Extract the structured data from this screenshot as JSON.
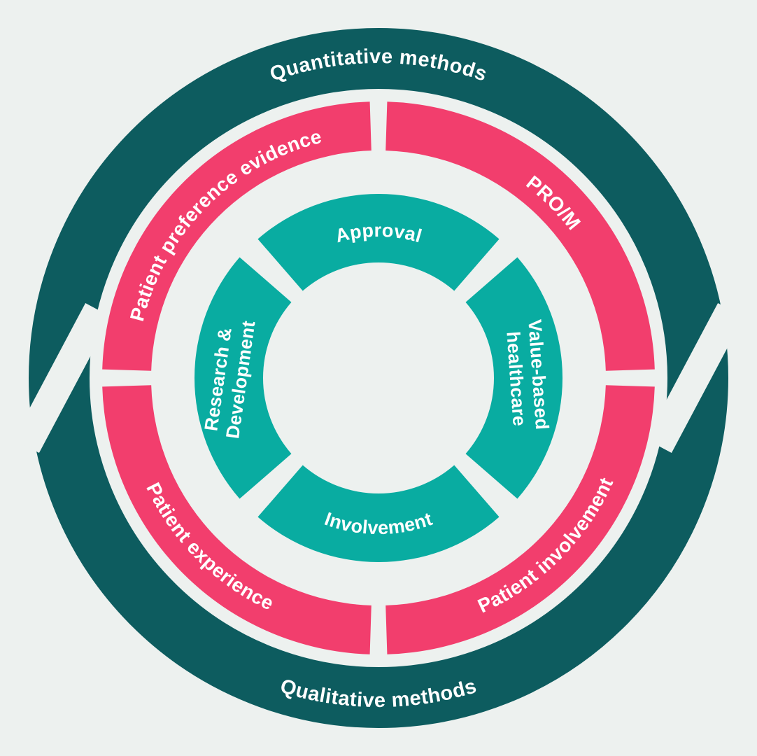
{
  "background_color": "#edf1ef",
  "text_color": "#ffffff",
  "diagram": {
    "outer_ring": {
      "color": "#0d5c5f",
      "top_label": "Quantitative methods",
      "bottom_label": "Qualitative methods"
    },
    "middle_ring": {
      "color": "#f23e6d",
      "segments": [
        {
          "position": "top-left",
          "label": "Patient preference evidence"
        },
        {
          "position": "top-right",
          "label": "PRO/M"
        },
        {
          "position": "bottom-right",
          "label": "Patient involvement"
        },
        {
          "position": "bottom-left",
          "label": "Patient experience"
        }
      ]
    },
    "inner_ring": {
      "color": "#09aca1",
      "segments": [
        {
          "position": "top",
          "label": "Approval"
        },
        {
          "position": "right",
          "label": "Value-based healthcare",
          "lines": [
            "Value-based",
            "healthcare"
          ]
        },
        {
          "position": "bottom",
          "label": "Involvement"
        },
        {
          "position": "left",
          "label": "Research & Development",
          "lines": [
            "Research &",
            "Development"
          ]
        }
      ]
    }
  }
}
